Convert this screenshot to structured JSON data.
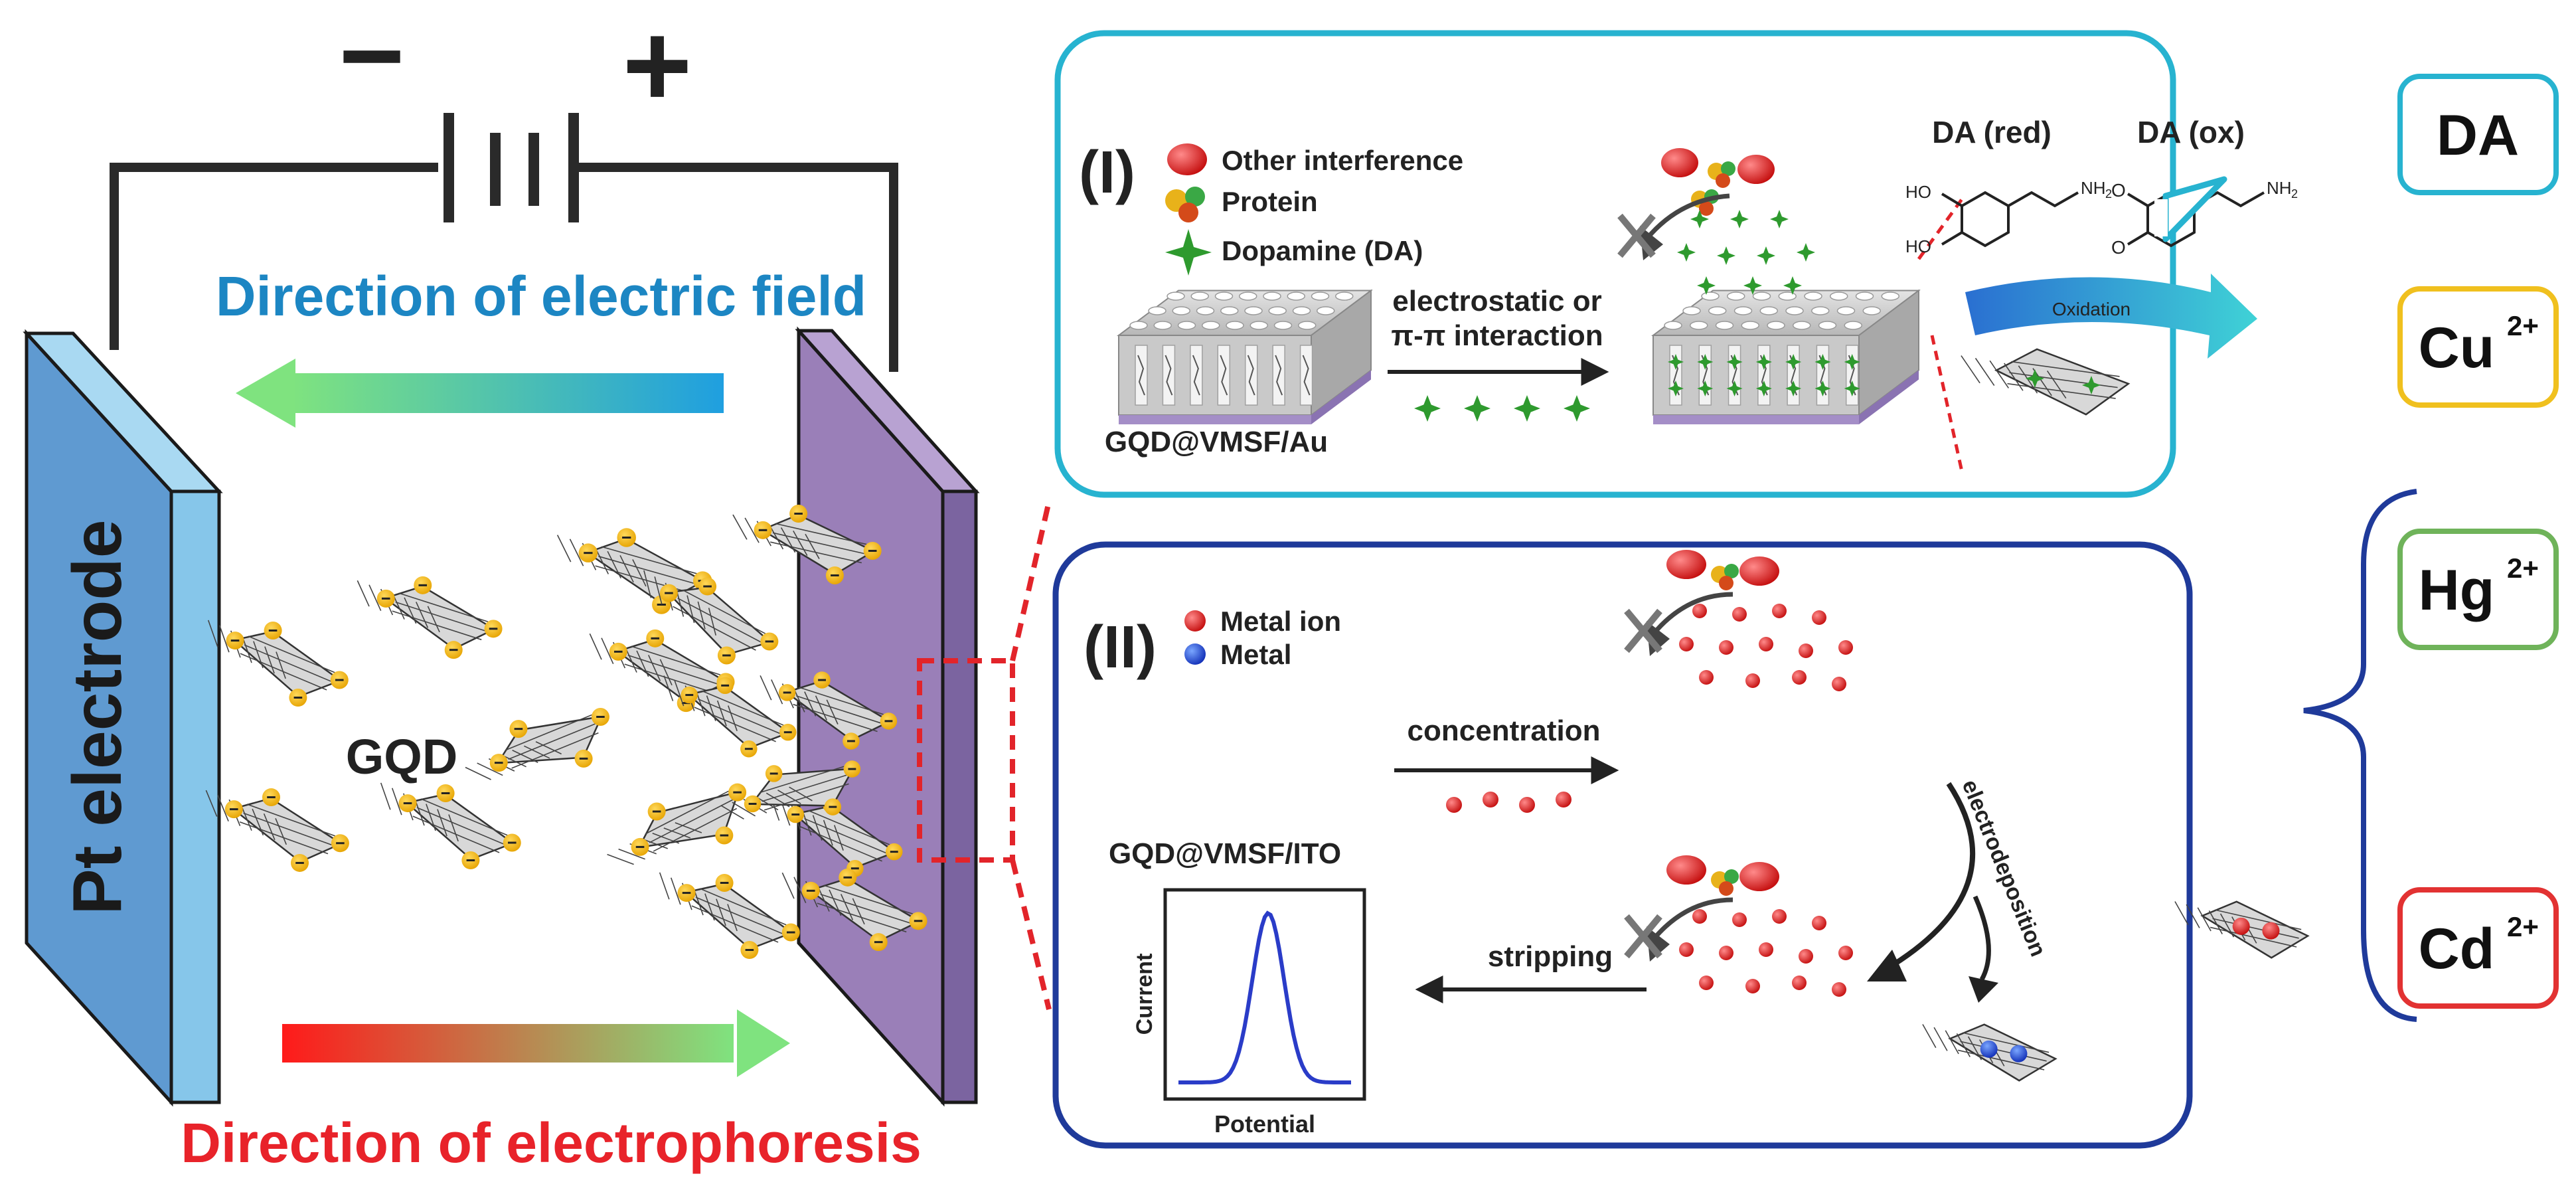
{
  "battery": {
    "minus": "−",
    "plus": "+"
  },
  "left_panel": {
    "field_label": "Direction of electric field",
    "electrode_label": "Pt electrode",
    "gqd_label": "GQD",
    "electrophoresis_label": "Direction of electrophoresis"
  },
  "panel1": {
    "numeral": "(I)",
    "legend": [
      "Other interference",
      "Protein",
      "Dopamine (DA)"
    ],
    "substrate_label": "GQD@VMSF/Au",
    "interaction_label_1": "electrostatic or",
    "interaction_label_2": "π-π interaction",
    "da_red": "DA (red)",
    "da_ox": "DA (ox)",
    "oxidation": "Oxidation",
    "oh_1": "HO",
    "oh_2": "HO",
    "nh2_1": "NH",
    "nh2_2": "NH",
    "o_1": "O",
    "o_2": "O",
    "sub2": "2"
  },
  "panel2": {
    "numeral": "(II)",
    "legend": [
      "Metal ion",
      "Metal"
    ],
    "substrate_label": "GQD@VMSF/ITO",
    "concentration": "concentration",
    "electrodeposition": "electrodeposition",
    "stripping": "stripping",
    "ylabel": "Current",
    "xlabel": "Potential"
  },
  "analytes": [
    {
      "label": "DA",
      "sup": "",
      "color": "#27b3d0"
    },
    {
      "label": "Cu",
      "sup": "2+",
      "color": "#f0c01e"
    },
    {
      "label": "Hg",
      "sup": "2+",
      "color": "#6fb35a"
    },
    {
      "label": "Cd",
      "sup": "2+",
      "color": "#e23232"
    }
  ],
  "colors": {
    "panel1_border": "#27b3d0",
    "panel2_border": "#1f3a9a",
    "pt_electrode": "#5f9ad1",
    "right_electrode": "#9a7fb8",
    "field_text": "#1c86c3",
    "electrophoresis_text": "#e8232a"
  }
}
